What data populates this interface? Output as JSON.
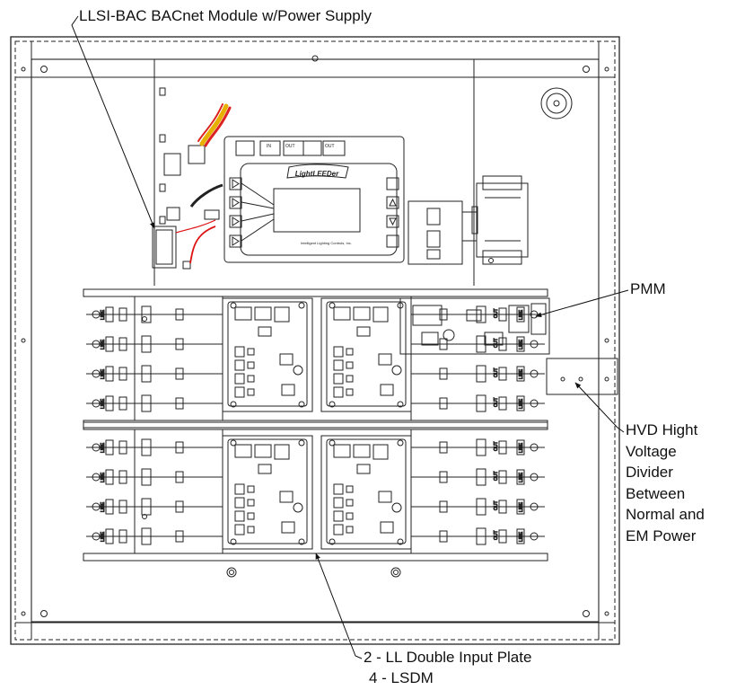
{
  "callouts": {
    "bacnet": "LLSI-BAC   BACnet Module w/Power Supply",
    "pmm": "PMM",
    "hvd": [
      "HVD Hight",
      "Voltage",
      "Divider",
      "Between",
      "Normal and",
      "EM Power"
    ],
    "plate_line1": "2 - LL Double Input  Plate",
    "plate_line2": "4 - LSDM"
  },
  "controller": {
    "brand": "LightLEEDer",
    "maker": "Intelligent Lighting Controls, Inc.",
    "port_labels": [
      "IN",
      "OUT",
      "OUT"
    ]
  },
  "terminal_labels": {
    "line": "LINE",
    "out": "OUT"
  }
}
